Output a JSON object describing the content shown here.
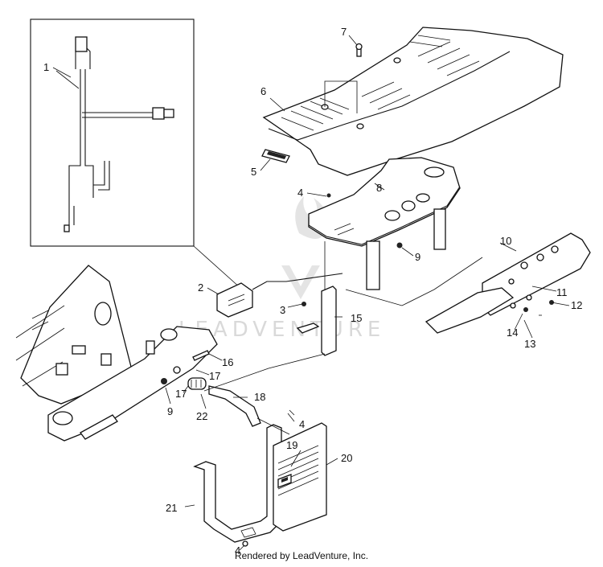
{
  "watermark": "LEADVENTURE",
  "footer": "Rendered by LeadVenture, Inc.",
  "callouts": [
    "1",
    "2",
    "3",
    "4",
    "4",
    "4",
    "4",
    "5",
    "6",
    "7",
    "8",
    "9",
    "9",
    "10",
    "11",
    "12",
    "13",
    "14",
    "15",
    "16",
    "17",
    "17",
    "18",
    "19",
    "20",
    "21",
    "22"
  ],
  "colors": {
    "ink": "#111111",
    "watermark": "#d9d9d9",
    "background": "#ffffff"
  }
}
